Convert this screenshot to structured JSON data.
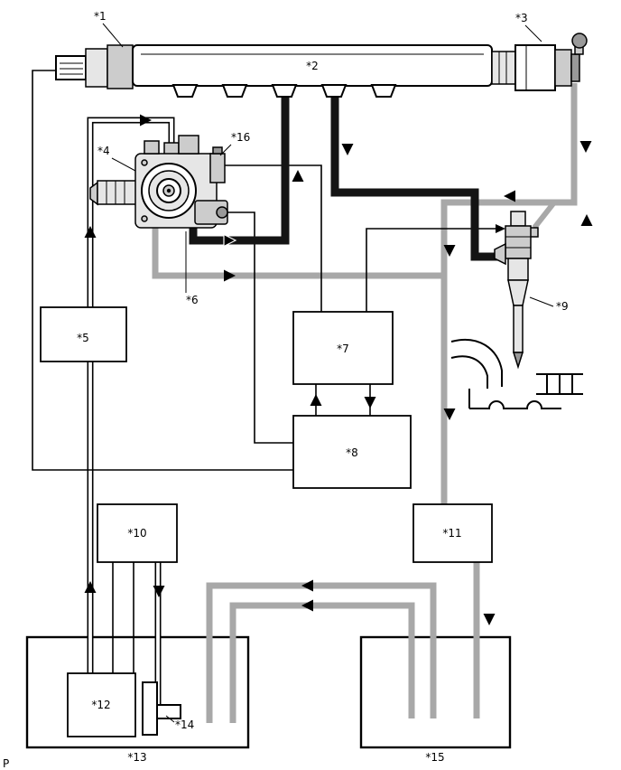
{
  "labels": {
    "l1": "*1",
    "l2": "*2",
    "l3": "*3",
    "l4": "*4",
    "l5": "*5",
    "l6": "*6",
    "l7": "*7",
    "l8": "*8",
    "l9": "*9",
    "l10": "*10",
    "l11": "*11",
    "l12": "*12",
    "l13": "*13",
    "l14": "*14",
    "l15": "*15",
    "l16": "*16"
  },
  "corner_marker": "P",
  "colors": {
    "background": "#ffffff",
    "line": "#000000",
    "pipe_black": "#141414",
    "pipe_gray": "#a8a8a8",
    "fill_light": "#e6e6e6",
    "fill_mid": "#cccccc",
    "fill_dark": "#999999"
  }
}
